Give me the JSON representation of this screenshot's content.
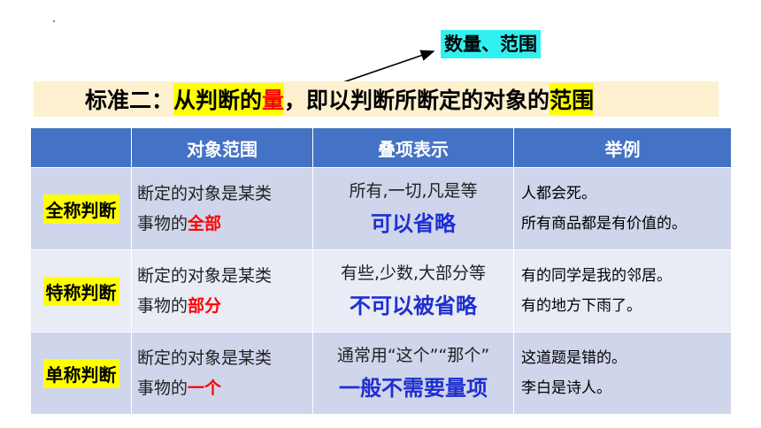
{
  "callout": {
    "text": "数量、范围"
  },
  "title": {
    "part1": "标准二：",
    "part2": "从判断的",
    "part3": "量",
    "part4": "，即以判断所断定的对象的",
    "part5": "范围"
  },
  "table": {
    "headers": [
      "",
      "对象范围",
      "叠项表示",
      "举例"
    ],
    "rows": [
      {
        "type": "全称判断",
        "scope_line1": "断定的对象是某类",
        "scope_line2_prefix": "事物的",
        "scope_line2_highlight": "全部",
        "quantifier": "所有,一切,凡是等",
        "omission": "可以省略",
        "example1": "人都会死。",
        "example2": "所有商品都是有价值的。"
      },
      {
        "type": "特称判断",
        "scope_line1": "断定的对象是某类",
        "scope_line2_prefix": "事物的",
        "scope_line2_highlight": "部分",
        "quantifier": "有些,少数,大部分等",
        "omission": "不可以被省略",
        "example1": "有的同学是我的邻居。",
        "example2": "有的地方下雨了。"
      },
      {
        "type": "单称判断",
        "scope_line1": "断定的对象是某类",
        "scope_line2_prefix": "事物的",
        "scope_line2_highlight": "一个",
        "quantifier": "通常用“这个”“那个”",
        "omission": "一般不需要量项",
        "example1": "这道题是错的。",
        "example2": "李白是诗人。"
      }
    ]
  },
  "colors": {
    "header_bg": "#4472c4",
    "row_odd": "#cfd5ea",
    "row_even": "#e9ebf5",
    "highlight": "#ffff00",
    "callout_bg": "#33f0f0",
    "accent_red": "#ff0000",
    "accent_blue": "#1f2fd0"
  }
}
